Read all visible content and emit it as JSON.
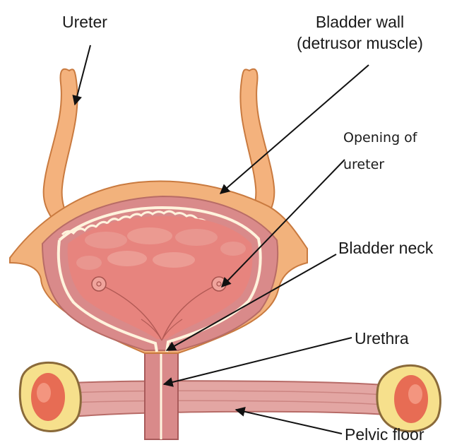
{
  "labels": {
    "ureter": "Ureter",
    "bladder_wall": [
      "Bladder wall",
      "(detrusor muscle)"
    ],
    "opening_of_ureter": [
      "Opening of",
      "ureter"
    ],
    "bladder_neck": "Bladder neck",
    "urethra": "Urethra",
    "pelvic_floor": "Pelvic floor"
  },
  "colors": {
    "outer_wall": "#f2b27c",
    "wall_outline": "#c97a3f",
    "inner_lining": "#e48a86",
    "lumen": "#e7847e",
    "urethra_tube": "#d98a8a",
    "pelvic_floor": "#e0a0a0",
    "bone_fill": "#f6e08c",
    "bone_marrow": "#e4574a",
    "pointer": "#111111"
  }
}
